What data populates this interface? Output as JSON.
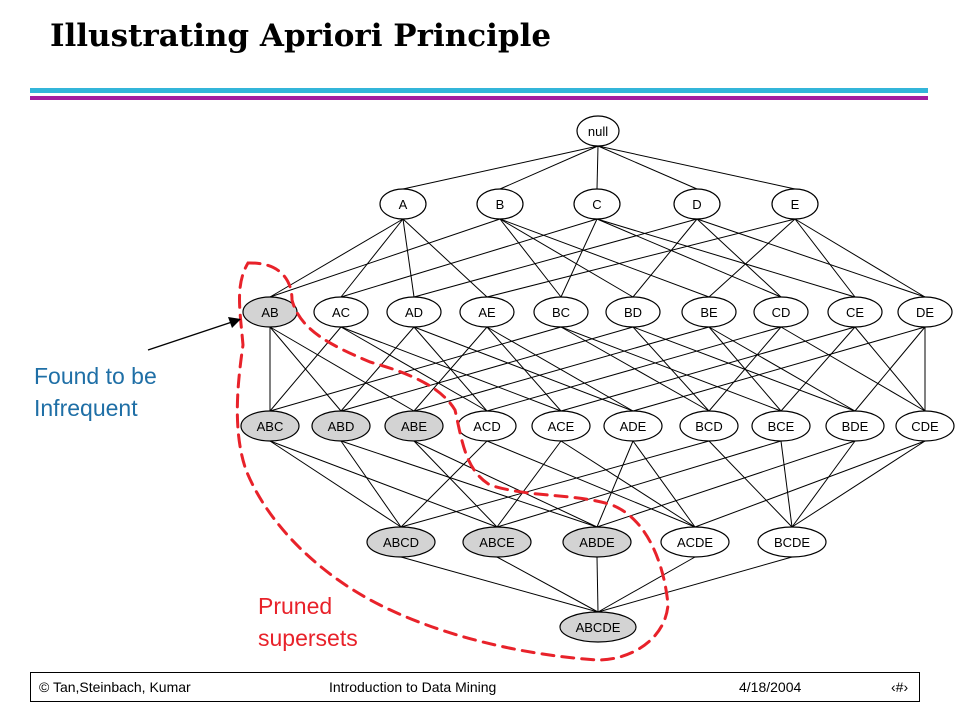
{
  "slide": {
    "title": "Illustrating Apriori Principle",
    "title_rule_colors": [
      "#33b5d9",
      "#a31ea0"
    ]
  },
  "lattice": {
    "levels": [
      [
        "null"
      ],
      [
        "A",
        "B",
        "C",
        "D",
        "E"
      ],
      [
        "AB",
        "AC",
        "AD",
        "AE",
        "BC",
        "BD",
        "BE",
        "CD",
        "CE",
        "DE"
      ],
      [
        "ABC",
        "ABD",
        "ABE",
        "ACD",
        "ACE",
        "ADE",
        "BCD",
        "BCE",
        "BDE",
        "CDE"
      ],
      [
        "ABCD",
        "ABCE",
        "ABDE",
        "ACDE",
        "BCDE"
      ],
      [
        "ABCDE"
      ]
    ],
    "infrequent_itemset": "AB",
    "pruned_supersets": [
      "ABC",
      "ABD",
      "ABE",
      "ABCD",
      "ABCE",
      "ABDE",
      "ABCDE"
    ],
    "node_fill": "#ffffff",
    "pruned_fill": "#d3d3d3",
    "prune_boundary_color": "#e8222a"
  },
  "annotations": {
    "infrequent_label": "Found to be\nInfrequent",
    "infrequent_color": "#1f6fa6",
    "pruned_label": "Pruned\nsupersets",
    "pruned_color": "#e8222a"
  },
  "footer": {
    "copyright": "© Tan,Steinbach, Kumar",
    "course": "Introduction to Data Mining",
    "date": "4/18/2004",
    "page_symbol": "‹#›"
  }
}
